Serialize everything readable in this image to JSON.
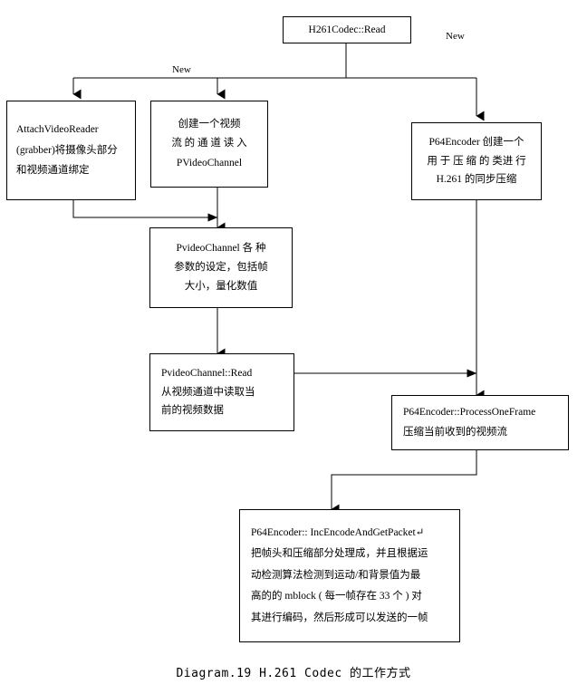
{
  "diagram": {
    "caption": "Diagram.19 H.261 Codec 的工作方式",
    "edge_labels": {
      "new_left": "New",
      "new_right": "New"
    },
    "nodes": {
      "root": {
        "id": "h261-codec-read",
        "lines": [
          "H261Codec::Read"
        ]
      },
      "attach_video_reader": {
        "id": "attach-video-reader",
        "lines": [
          "AttachVideoReader",
          "(grabber)将摄像头部分",
          "和视频通道绑定"
        ]
      },
      "create_video_channel": {
        "id": "create-video-stream-channel",
        "lines": [
          "创建一个视频",
          "流 的 通 道 读 入",
          "PVideoChannel"
        ]
      },
      "p64_encoder": {
        "id": "p64-encoder",
        "lines": [
          "P64Encoder 创建一个",
          "用 于 压 缩 的 类进 行",
          "H.261 的同步压缩"
        ]
      },
      "pvideochannel_params": {
        "id": "pvideochannel-params",
        "lines": [
          "PvideoChannel 各 种",
          "参数的设定，包括帧",
          "大小，量化数值"
        ]
      },
      "pvideochannel_read": {
        "id": "pvideochannel-read",
        "lines": [
          "PvideoChannel::Read",
          "从视频通道中读取当",
          "前的视频数据"
        ]
      },
      "process_one_frame": {
        "id": "p64encoder-processoneframe",
        "lines": [
          "P64Encoder::ProcessOneFrame",
          "压缩当前收到的视频流"
        ]
      },
      "inc_encode_get_packet": {
        "id": "p64encoder-incencodeandgetpacket",
        "lines": [
          "P64Encoder:: IncEncodeAndGetPacket↵",
          "把帧头和压缩部分处理成，并且根据运",
          "动检测算法检测到运动/和背景值为最",
          "高的的 mblock ( 每一帧存在 33 个 ) 对",
          "其进行编码，然后形成可以发送的一帧"
        ]
      }
    },
    "colors": {
      "stroke": "#000000",
      "background": "#ffffff",
      "text": "#000000"
    }
  }
}
